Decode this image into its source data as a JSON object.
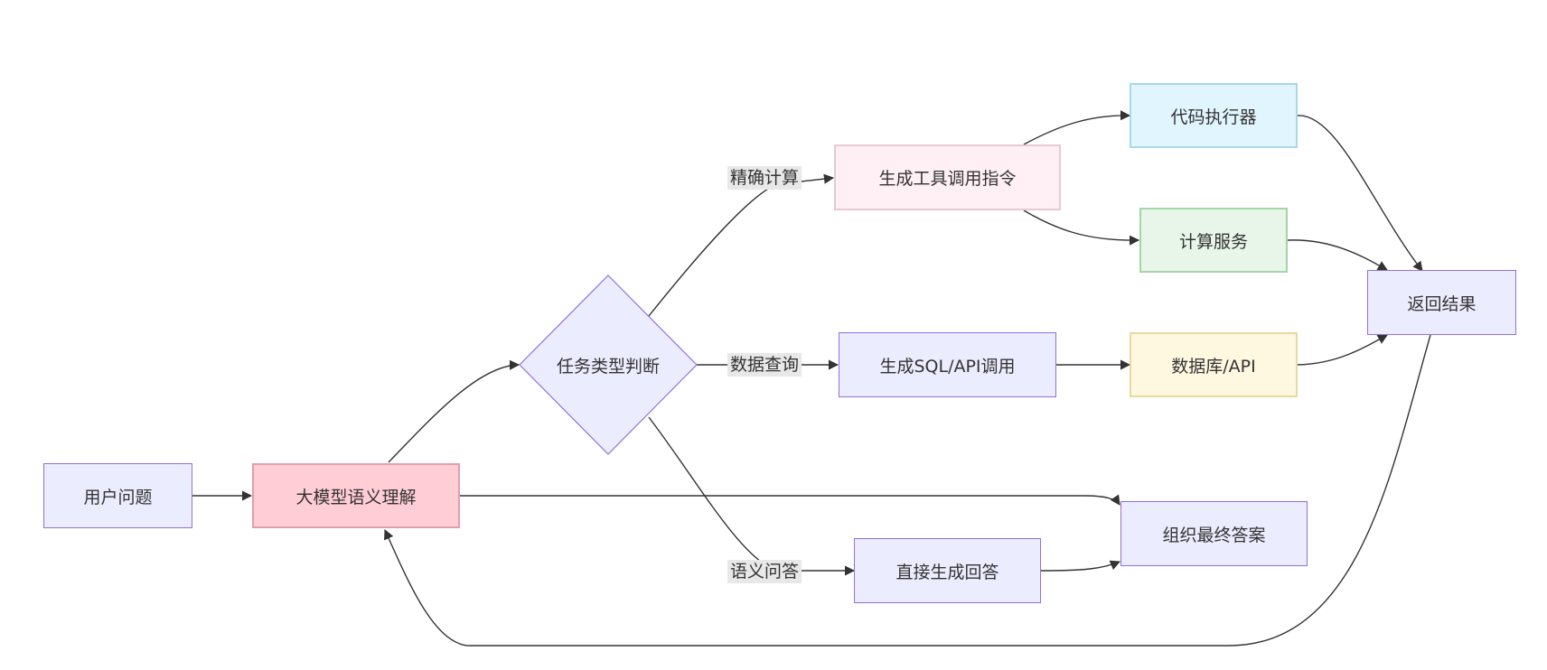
{
  "nodes": {
    "user_question": "用户问题",
    "llm_semantic": "大模型语义理解",
    "task_type": "任务类型判断",
    "gen_tool_cmd": "生成工具调用指令",
    "gen_sql_api": "生成SQL/API调用",
    "direct_answer": "直接生成回答",
    "code_executor": "代码执行器",
    "compute_service": "计算服务",
    "database_api": "数据库/API",
    "return_result": "返回结果",
    "organize_answer": "组织最终答案"
  },
  "edge_labels": {
    "precise_calc": "精确计算",
    "data_query": "数据查询",
    "semantic_qa": "语义问答"
  },
  "colors": {
    "default_fill": "#ececff",
    "default_stroke": "#9370db",
    "llm_fill": "#ffcdd6",
    "llm_stroke": "#e0a0aa",
    "tool_fill": "#fff0f5",
    "tool_stroke": "#e8c8d4",
    "code_fill": "#e1f5fe",
    "code_stroke": "#a8d8ec",
    "compute_fill": "#e8f5e9",
    "compute_stroke": "#a5d6a7",
    "db_fill": "#fff8e1",
    "db_stroke": "#e8d9a0",
    "edge": "#333333"
  }
}
